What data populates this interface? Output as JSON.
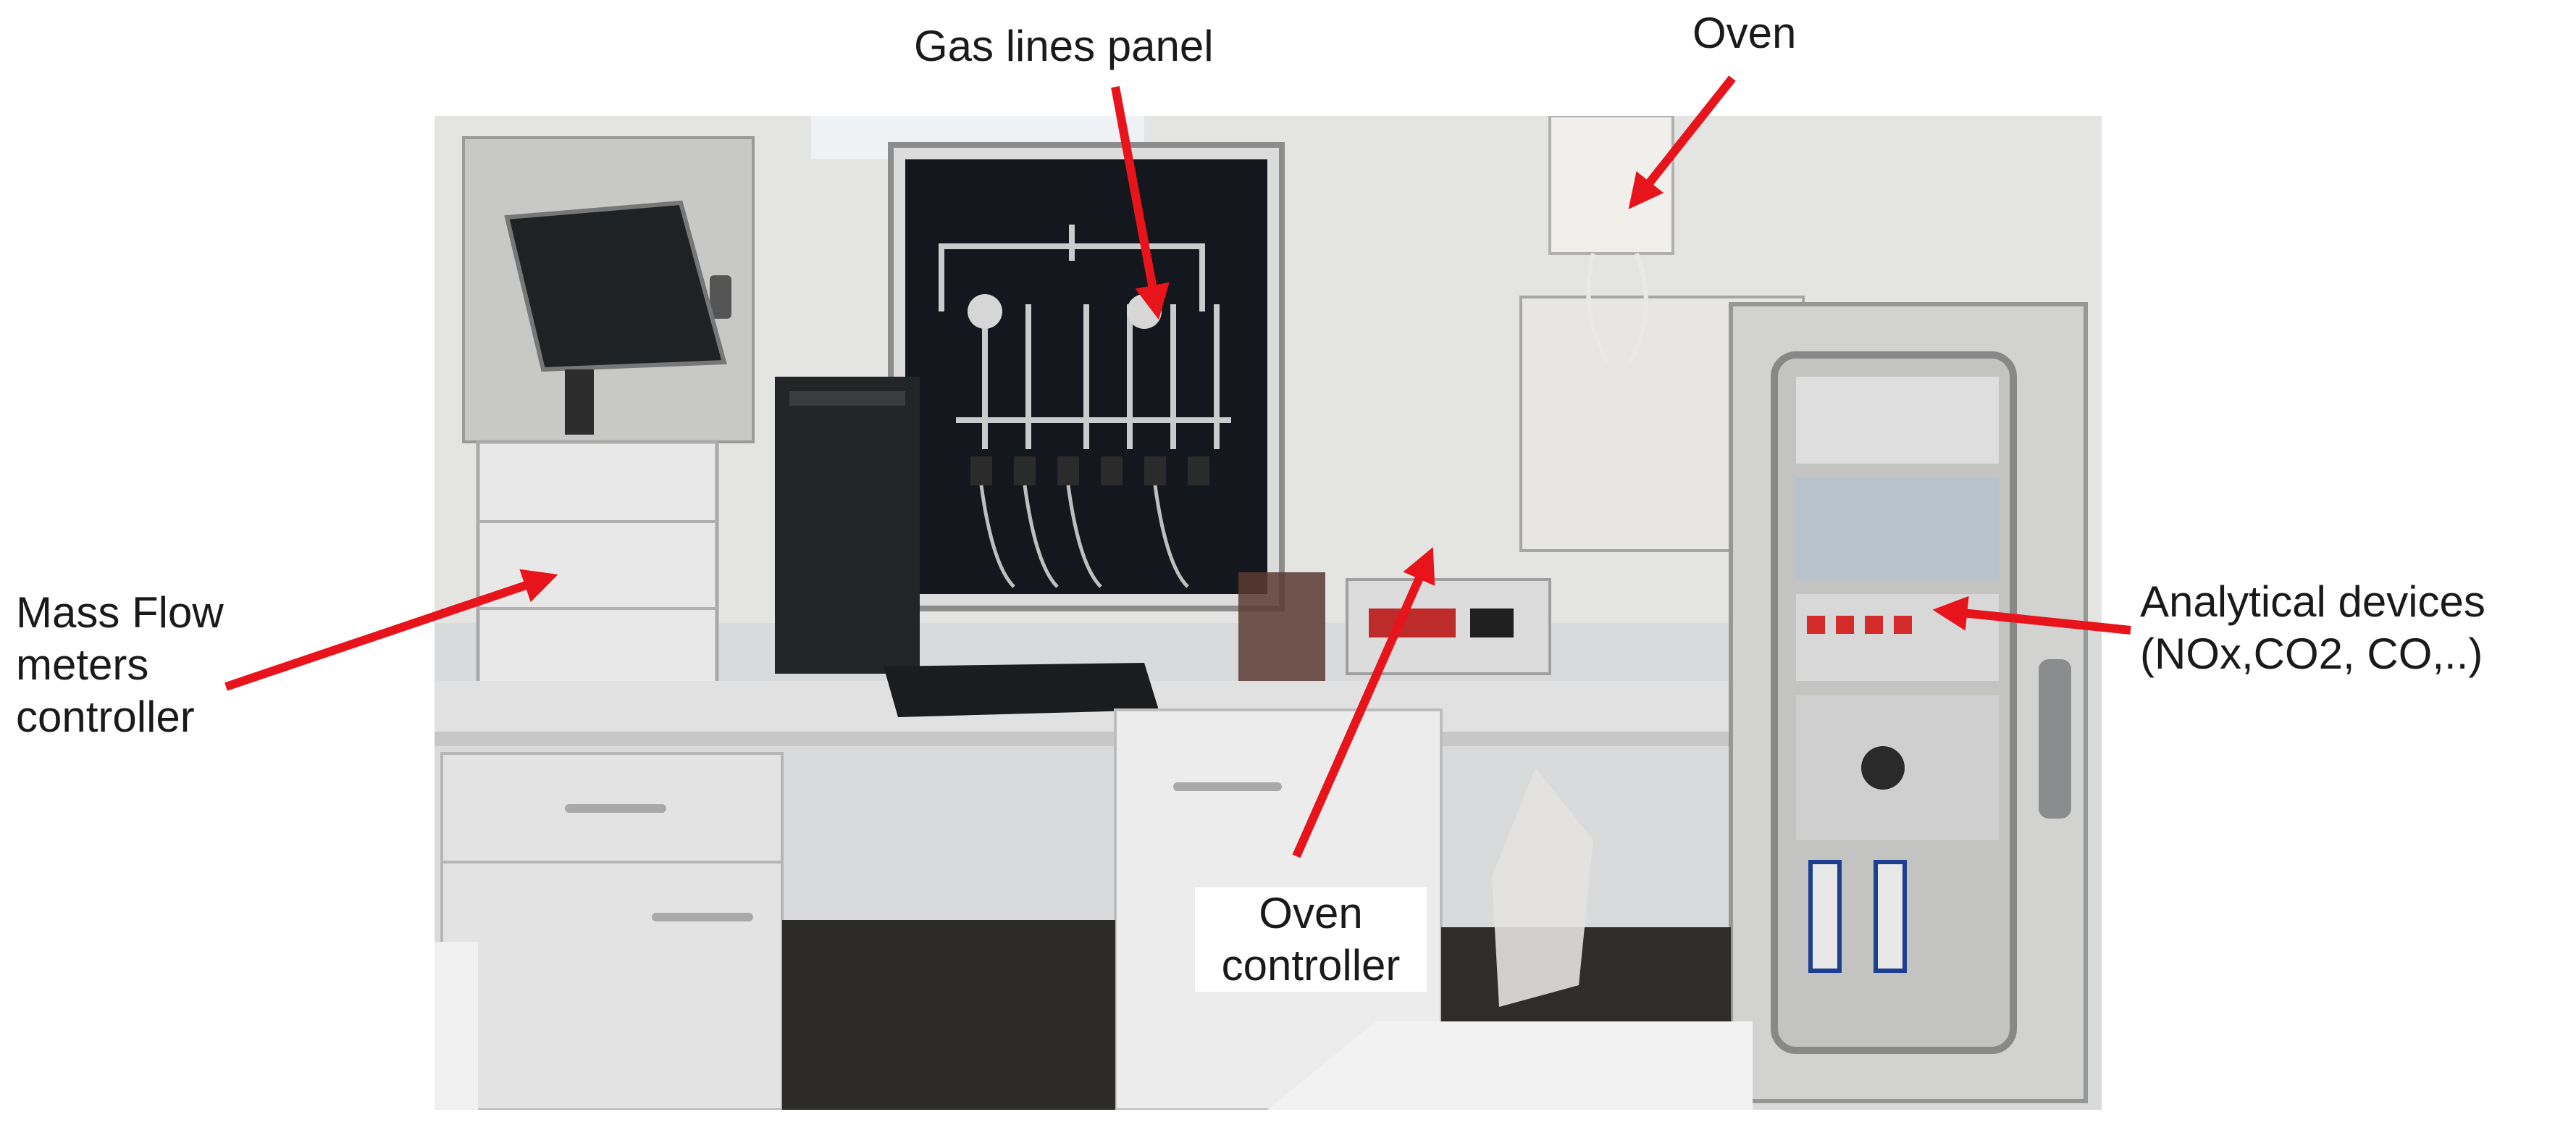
{
  "labels": {
    "gas_lines_panel": "Gas lines panel",
    "oven": "Oven",
    "mass_flow": [
      "Mass Flow",
      "meters",
      "controller"
    ],
    "oven_controller": [
      "Oven",
      "controller"
    ],
    "analytical_devices": [
      "Analytical devices",
      "(NOx,CO2, CO,..)"
    ]
  },
  "colors": {
    "arrow": "#e8141b",
    "text": "#1a1a1a"
  }
}
